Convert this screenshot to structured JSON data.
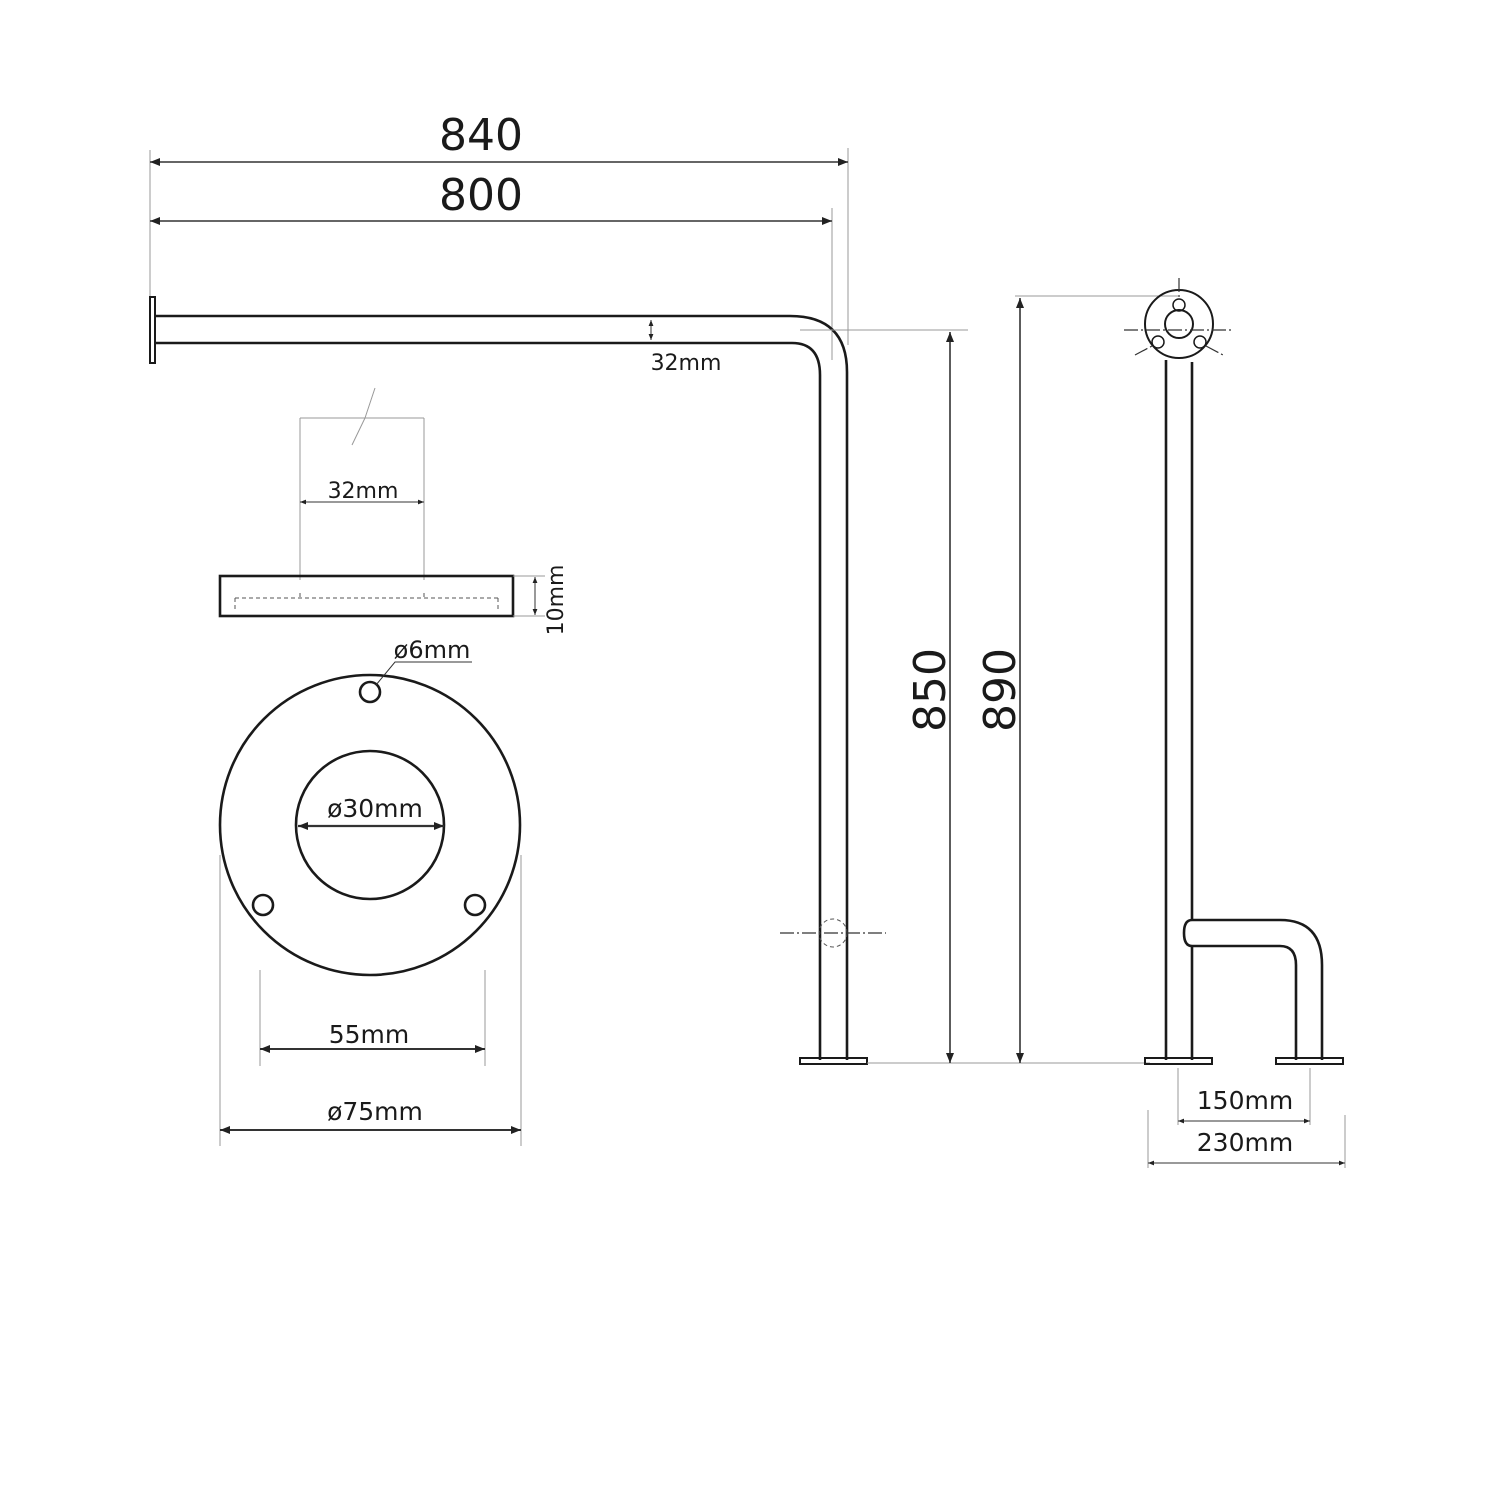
{
  "title": "Grab rail technical drawing",
  "dimensions": {
    "overall_length": "840",
    "rail_length": "800",
    "tube_diameter_top": "32mm",
    "tube_diameter_section": "32mm",
    "plate_thickness": "10mm",
    "screw_hole": "ø6mm",
    "center_hole": "ø30mm",
    "hole_spacing": "55mm",
    "plate_diameter": "ø75mm",
    "height_850": "850",
    "height_890": "890",
    "leg_spacing": "150mm",
    "foot_span": "230mm"
  }
}
